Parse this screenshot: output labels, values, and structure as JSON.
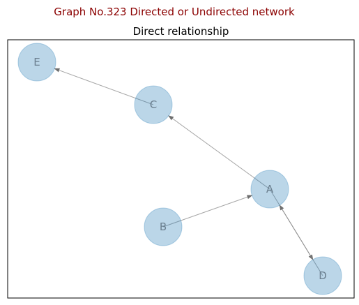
{
  "figure": {
    "suptitle": "Graph No.323 Directed or Undirected network",
    "suptitle_color": "#8b0000"
  },
  "axes": {
    "title": "Direct relationship"
  },
  "style": {
    "node_fill": "#1f77b4",
    "node_fill_opacity": 0.3,
    "label_color": "#6b7f8f",
    "edge_color": "#808080"
  },
  "graph": {
    "directed": true,
    "nodes": [
      {
        "id": "E",
        "label": "E"
      },
      {
        "id": "C",
        "label": "C"
      },
      {
        "id": "A",
        "label": "A"
      },
      {
        "id": "B",
        "label": "B"
      },
      {
        "id": "D",
        "label": "D"
      }
    ],
    "edges": [
      {
        "source": "C",
        "target": "E"
      },
      {
        "source": "A",
        "target": "C"
      },
      {
        "source": "B",
        "target": "A"
      },
      {
        "source": "A",
        "target": "D"
      },
      {
        "source": "D",
        "target": "A"
      }
    ]
  }
}
